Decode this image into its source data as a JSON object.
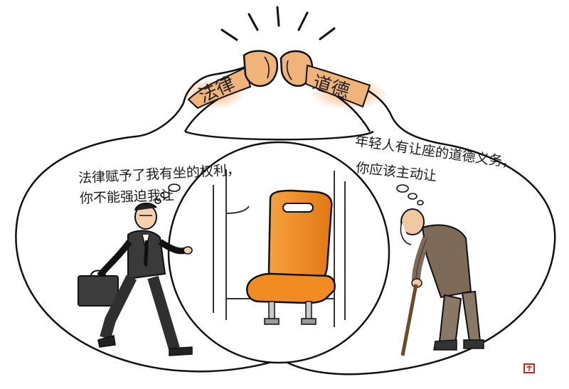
{
  "arms": {
    "left_label": "法律",
    "right_label": "道德"
  },
  "thoughts": {
    "left_line1": "法律赋予了我有坐的权利，",
    "left_line2": "你不能强迫我让",
    "right_line1": "年轻人有让座的道德义务，",
    "right_line2": "你应该主动让"
  },
  "colors": {
    "skin": "#f0b47a",
    "glow": "#f7b877",
    "seat": "#f08c22",
    "suit": "#3a3a3a",
    "elder_clothes": "#7e6a58",
    "seal": "#c8281e"
  }
}
